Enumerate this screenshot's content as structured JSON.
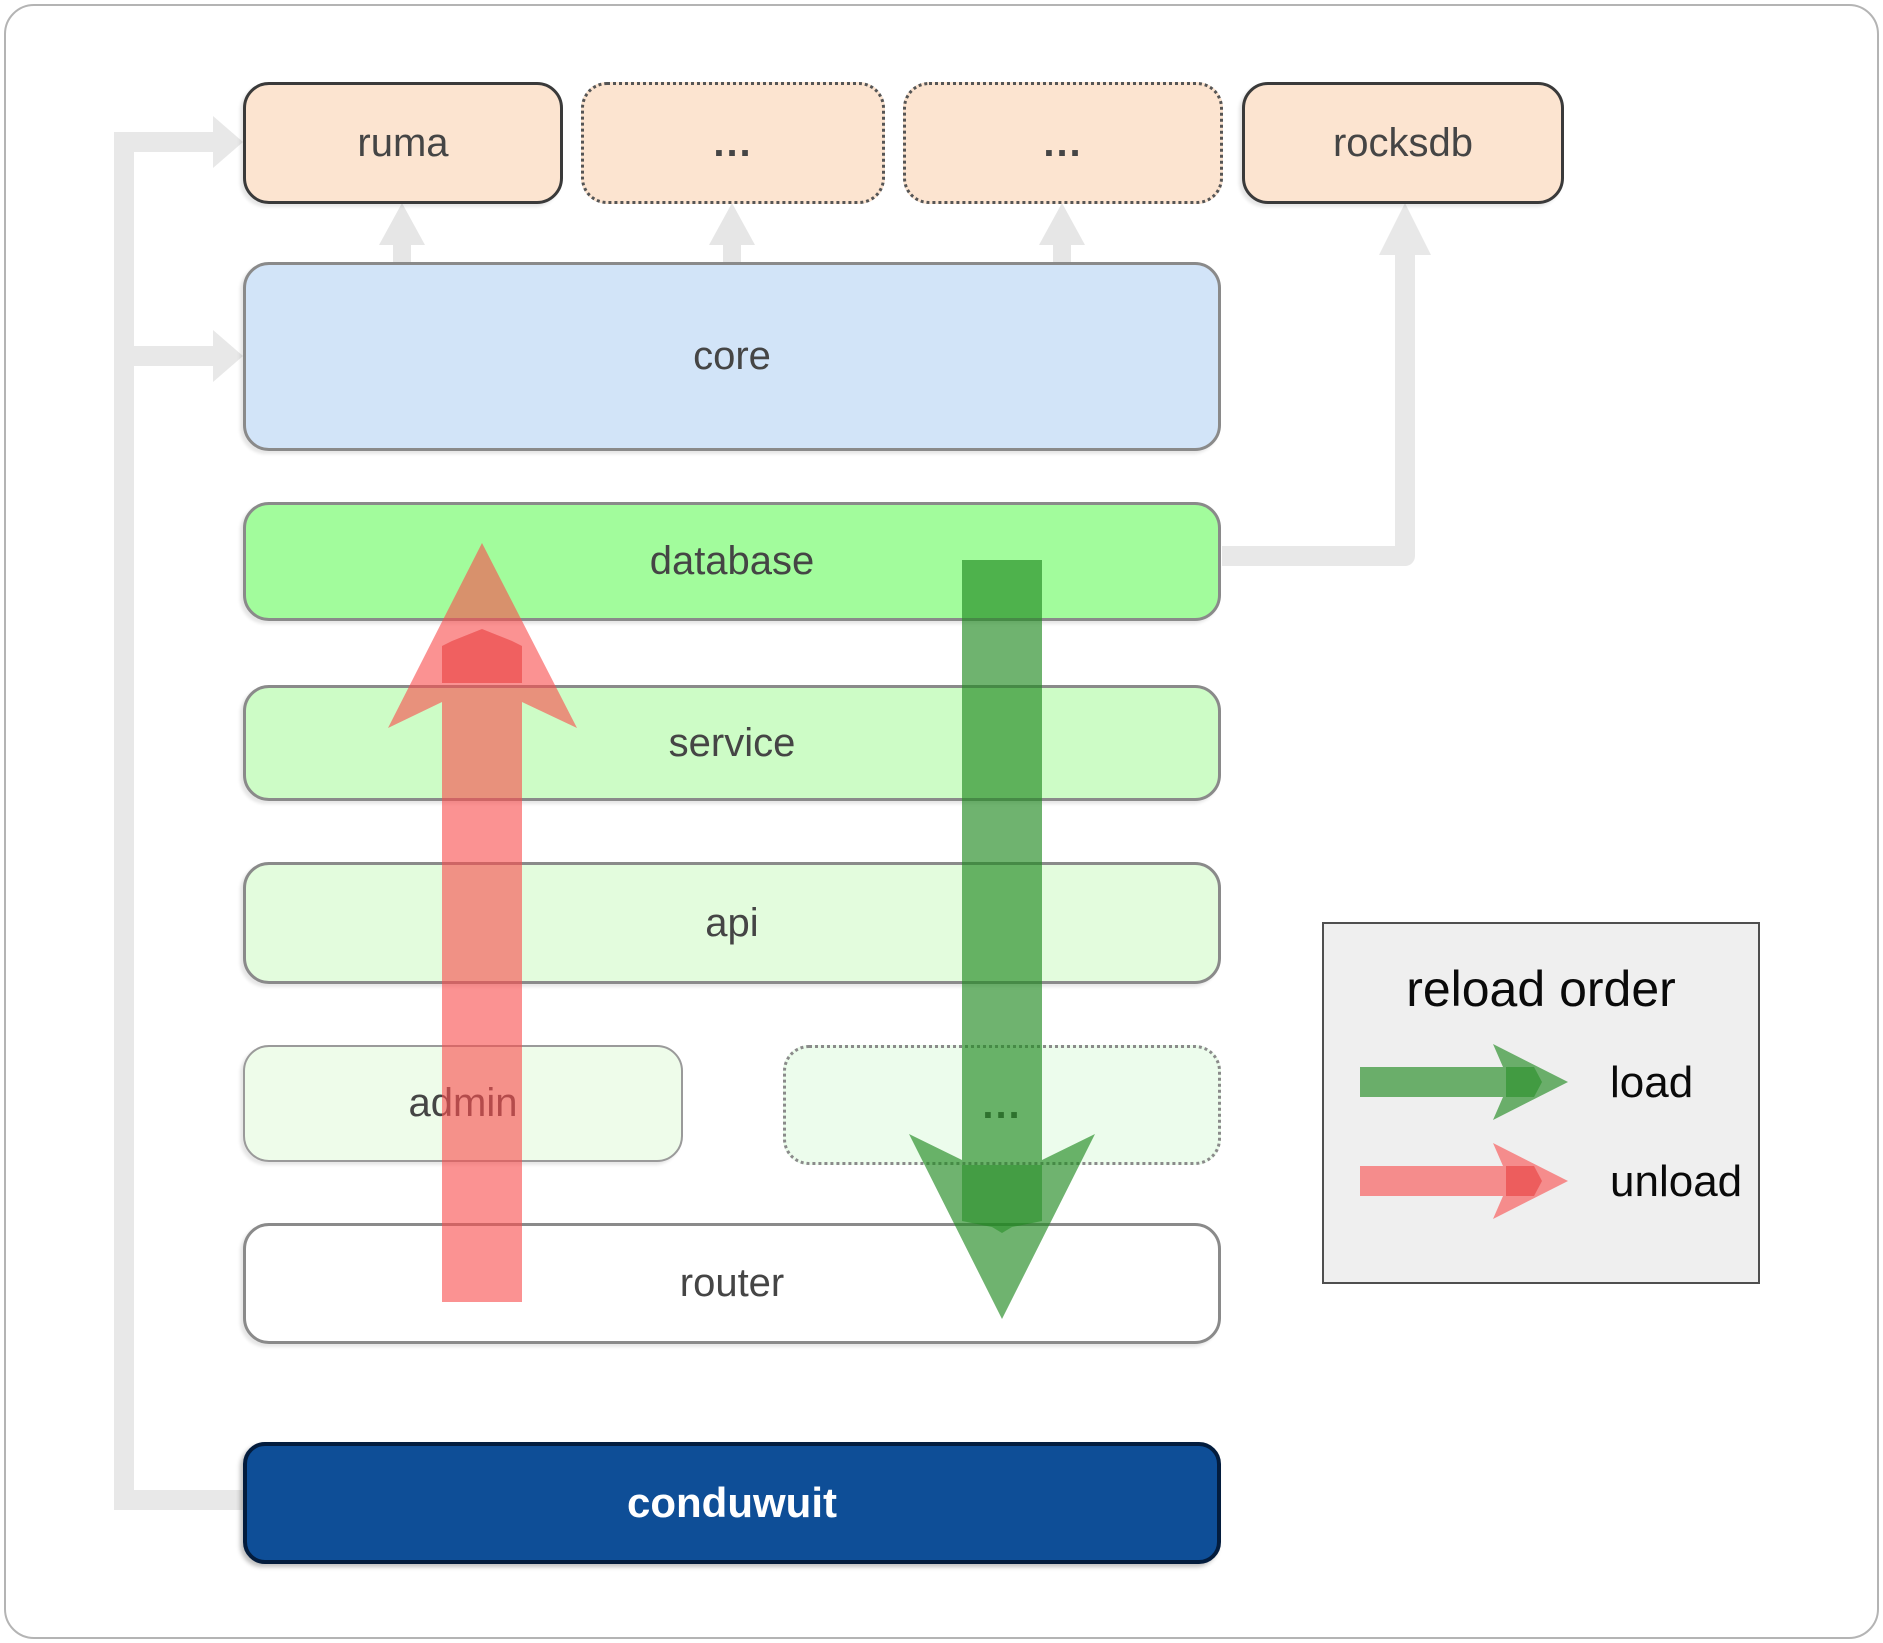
{
  "boxes": {
    "ruma": "ruma",
    "ellipsis_top_left": "...",
    "ellipsis_top_right": "...",
    "rocksdb": "rocksdb",
    "core": "core",
    "database": "database",
    "service": "service",
    "api": "api",
    "admin": "admin",
    "ellipsis_mid": "...",
    "router": "router",
    "conduwuit": "conduwuit"
  },
  "legend": {
    "title": "reload order",
    "load_label": "load",
    "unload_label": "unload"
  },
  "colors": {
    "dependency_box_fill": "#fce4d0",
    "core_fill": "#d2e4f8",
    "database_fill": "#a2fc9c",
    "service_fill": "#cdfcc6",
    "api_fill": "#e3fcdd",
    "admin_fill": "#eefcea",
    "router_fill": "#ffffff",
    "conduwuit_fill": "#0e4e97",
    "load_arrow": "#228b22",
    "unload_arrow": "#f84f4f",
    "connector_gray": "#e8e8e8",
    "legend_fill": "#efefef"
  }
}
